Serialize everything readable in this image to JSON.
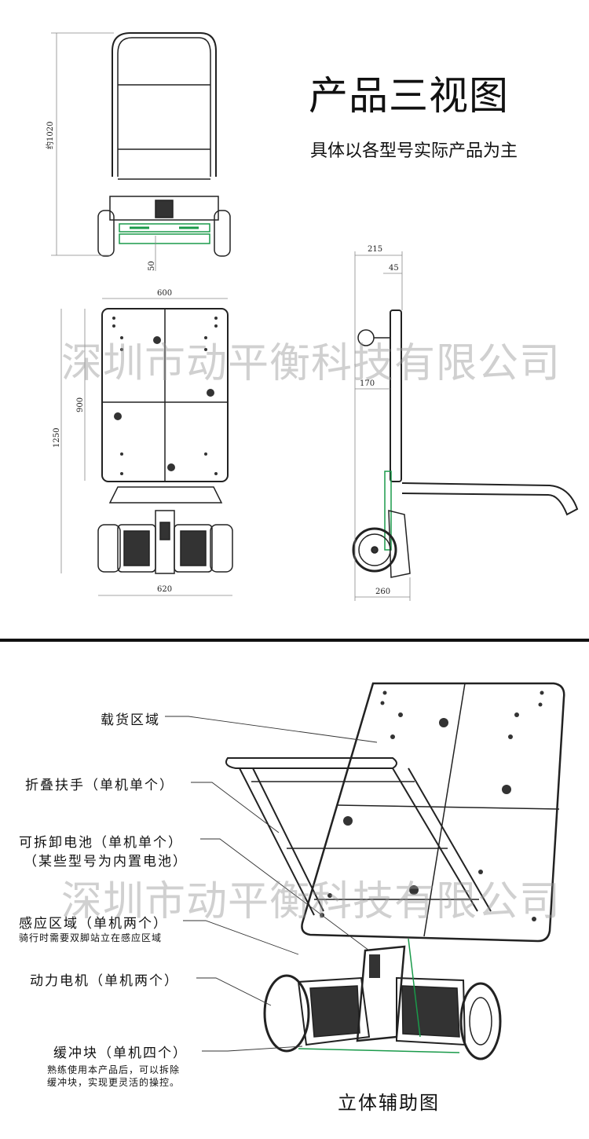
{
  "header": {
    "title": "产品三视图",
    "subtitle": "具体以各型号实际产品为主"
  },
  "watermark": "深圳市动平衡科技有限公司",
  "dimensions": {
    "front_height": "约1020",
    "front_clearance": "50",
    "top_width": "600",
    "top_board_length": "900",
    "top_total_length": "1250",
    "top_wheel_width": "620",
    "side_top": "215",
    "side_offset": "45",
    "side_mid": "170",
    "side_bottom": "260"
  },
  "callouts": [
    {
      "label": "载货区域"
    },
    {
      "label": "折叠扶手（单机单个）"
    },
    {
      "label": "可拆卸电池（单机单个）",
      "label2": "（某些型号为内置电池）"
    },
    {
      "label": "感应区域（单机两个）",
      "note": "骑行时需要双脚站立在感应区域"
    },
    {
      "label": "动力电机（单机两个）"
    },
    {
      "label": "缓冲块（单机四个）",
      "note": "熟练使用本产品后，可以拆除",
      "note2": "缓冲块，实现更灵活的操控。"
    }
  ],
  "caption": "立体辅助图",
  "colors": {
    "accent_green": "#1a9a4a",
    "line": "#222222"
  }
}
